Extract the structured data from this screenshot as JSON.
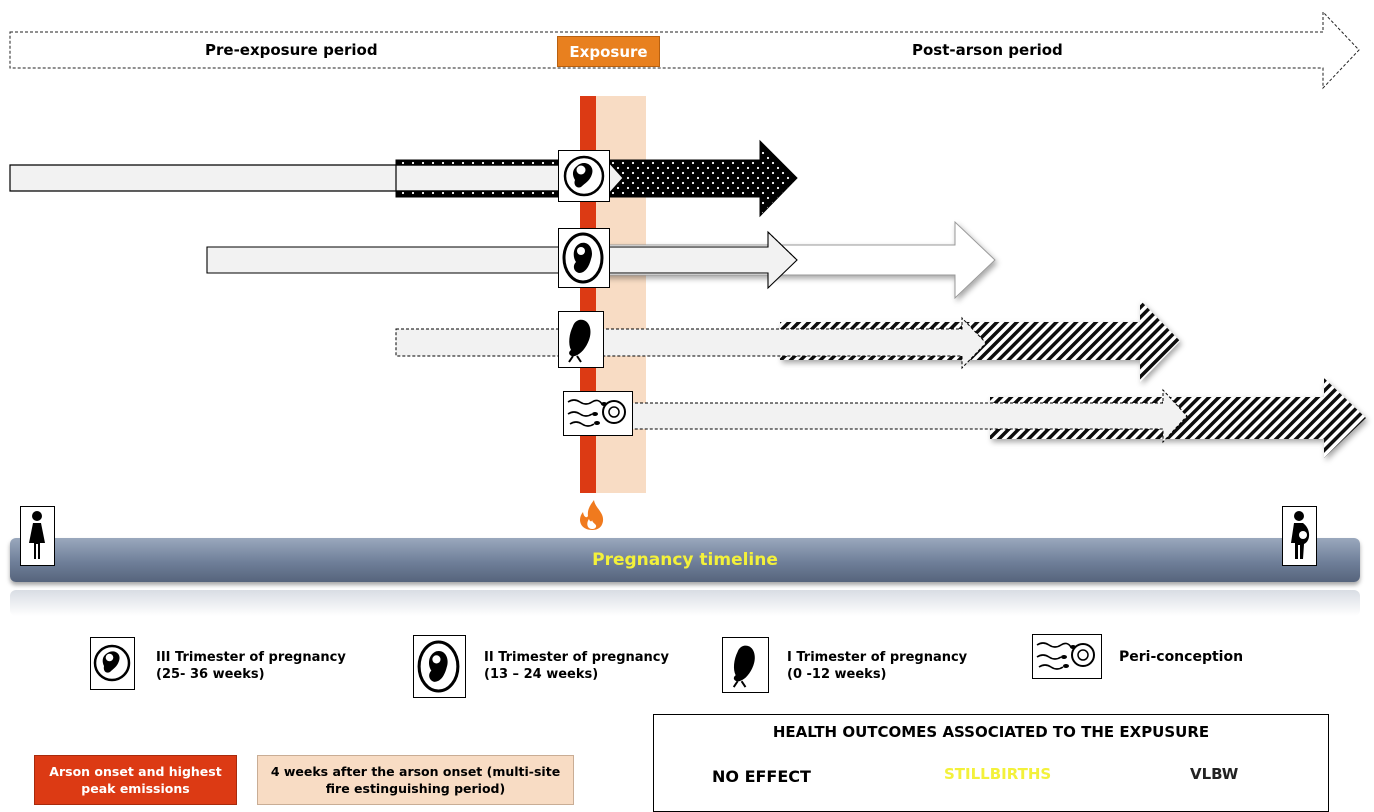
{
  "top_timeline": {
    "pre_label": "Pre-exposure period",
    "exposure_label": "Exposure",
    "post_label": "Post-arson period"
  },
  "pregnancy_timeline": {
    "label": "Pregnancy timeline",
    "start_icon": "woman-icon",
    "end_icon": "pregnant-woman-icon",
    "exposure_icon": "fire-icon"
  },
  "stages": [
    {
      "icon": "fetus-third-trimester-icon",
      "outcome": "stillbirths"
    },
    {
      "icon": "fetus-second-trimester-icon",
      "outcome": "no-effect"
    },
    {
      "icon": "fetus-first-trimester-icon",
      "outcome": "vlbw"
    },
    {
      "icon": "peri-conception-icon",
      "outcome": "vlbw"
    }
  ],
  "legend": {
    "trimester3": {
      "line1": "III Trimester of pregnancy",
      "line2": "(25- 36 weeks)"
    },
    "trimester2": {
      "line1": "II Trimester of pregnancy",
      "line2": "(13 – 24 weeks)"
    },
    "trimester1": {
      "line1": "I Trimester of pregnancy",
      "line2": "(0 -12 weeks)"
    },
    "periconception": {
      "line1": "Peri-conception"
    },
    "arson_onset": {
      "line1": "Arson onset and highest",
      "line2": "peak emissions"
    },
    "fire_period": {
      "line1": "4 weeks after the arson onset (multi-site",
      "line2": "fire estinguishing period)"
    }
  },
  "outcomes": {
    "title": "HEALTH OUTCOMES ASSOCIATED TO THE EXPUSURE",
    "no_effect": "NO EFFECT",
    "stillbirths": "STILLBIRTHS",
    "vlbw": "VLBW"
  },
  "colors": {
    "exposure_orange": "#e8801f",
    "arson_red": "#dc3a14",
    "fire_period_beige": "#f8dcc4",
    "timeline_blue": "#6f7f99",
    "timeline_text_yellow": "#f3f13a",
    "stillbirth_text_yellow": "#f3f13a"
  }
}
